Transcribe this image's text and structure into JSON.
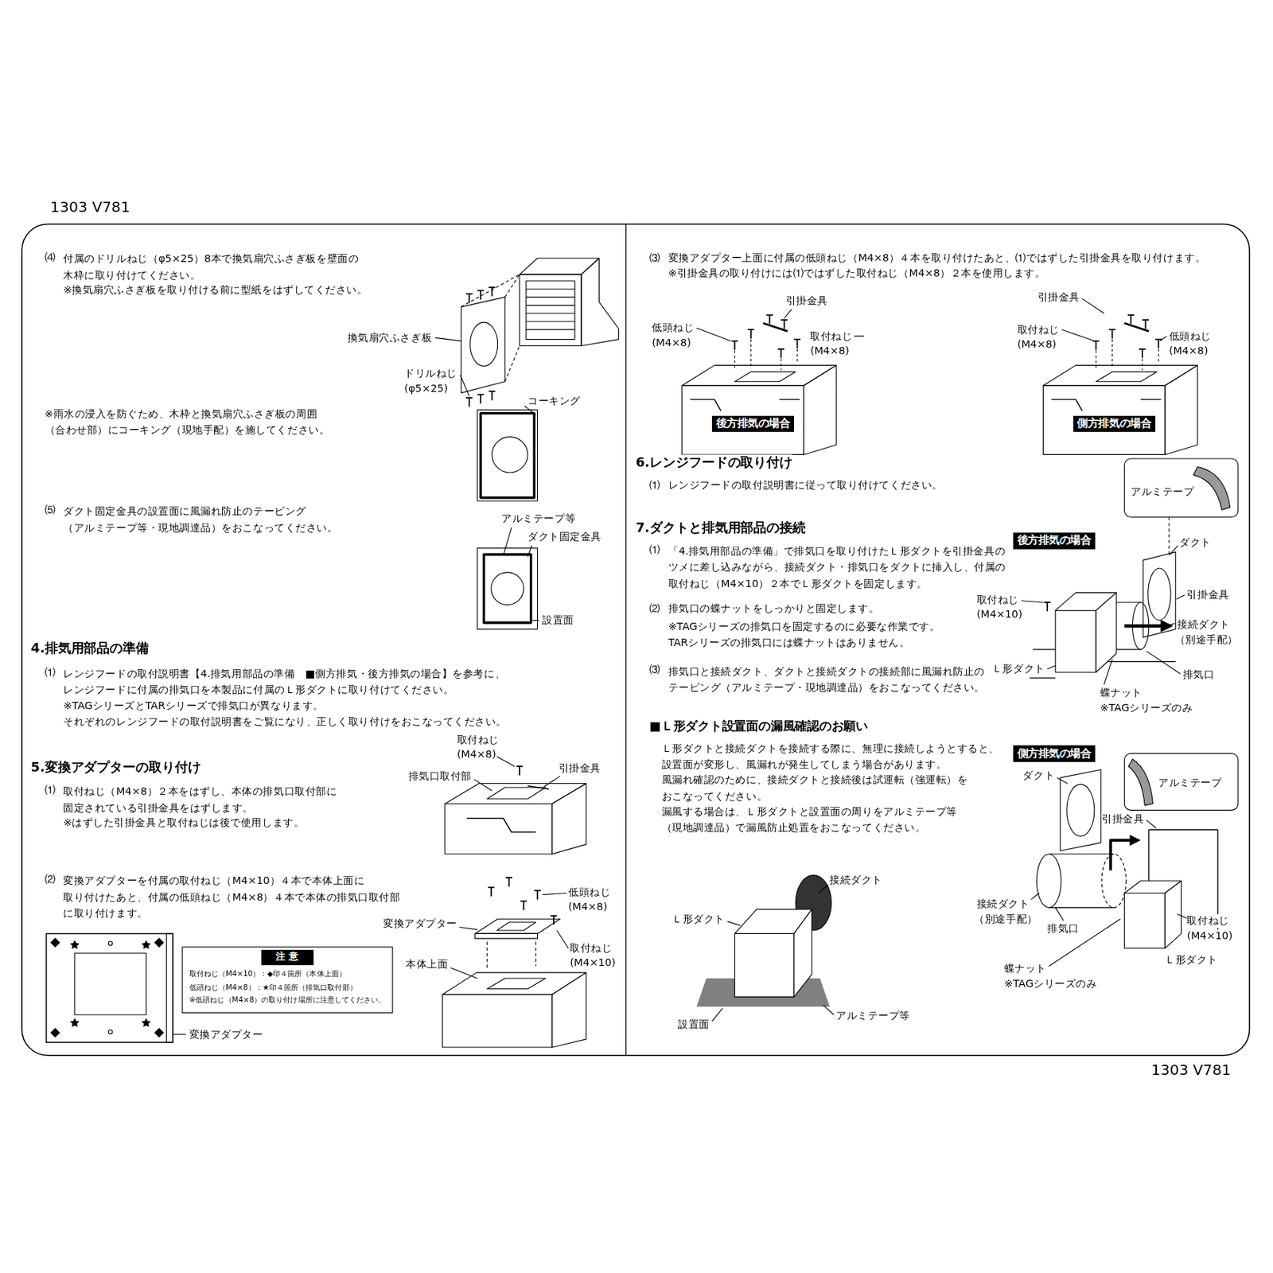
{
  "diagram": {
    "nodes": [
      {
        "text": [
          "注 意",
          "取付ねじ（M4×10）：◆印４箇所（本体上面）",
          "低頭ねじ（M4×8）：★印４箇所（排気口取付部）",
          "※低頭ねじ（M4×8）の取り付け場所に注意してください。"
        ]
      },
      {
        "text": [
          "後方排気の場合"
        ]
      },
      {
        "text": [
          "側方排気の場合"
        ]
      },
      {
        "text": [
          "後方排気の場合"
        ]
      },
      {
        "text": [
          "側方排気の場合"
        ]
      }
    ],
    "labels": [
      "1303 V781",
      "⑷",
      "付属のドリルねじ（φ5×25）8本で換気扇穴ふさぎ板を壁面の 木枠に取り付けてください。",
      "※換気扇穴ふさぎ板を取り付ける前に型紙をはずしてください。",
      "換気扇穴ふさぎ板",
      "ドリルねじ",
      "(φ5×25)",
      "※雨水の浸入を防ぐため、木枠と換気扇穴ふさぎ板の周囲 （合わせ部）にコーキング（現地手配）を施してください。",
      "コーキング",
      "⑸",
      "ダクト固定金具の設置面に風漏れ防止のテーピング （アルミテープ等・現地調達品）をおこなってください。",
      "アルミテープ等",
      "ダクト固定金具",
      "設置面",
      "4.排気用部品の準備",
      "⑴",
      "レンジフードの取付説明書【4.排気用部品の準備　■側方排気・後方排気の場合】を参考に、 レンジフードに付属の排気口を本製品に付属のＬ形ダクトに取り付けてください。",
      "※TAGシリーズとTARシリーズで排気口が異なります。 それぞれのレンジフードの取付説明書をご覧になり、正しく取り付けをおこなってください。",
      "5.変換アダプターの取り付け",
      "⑴",
      "取付ねじ（M4×8）２本をはずし、本体の排気口取付部に 固定されている引掛金具をはずします。",
      "※はずした引掛金具と取付ねじは後で使用します。",
      "取付ねじ",
      "(M4×8)",
      "排気口取付部",
      "引掛金具",
      "⑵",
      "変換アダプターを付属の取付ねじ（M4×10）４本で本体上面に 取り付けたあと、付属の低頭ねじ（M4×8）４本で本体の排気口取付部 に取り付けます。",
      "低頭ねじ",
      "(M4×8)",
      "変換アダプター",
      "取付ねじ",
      "(M4×10)",
      "本体上面",
      "変換アダプター",
      "⑶",
      "変換アダプター上面に付属の低頭ねじ（M4×8）４本を取り付けたあと、⑴ではずした引掛金具を取り付けます。",
      "※引掛金具の取り付けには⑴ではずした取付ねじ（M4×8）２本を使用します。",
      "引掛金具",
      "低頭ねじ",
      "(M4×8)",
      "取付ねじ",
      "(M4×8)",
      "引掛金具",
      "取付ねじ",
      "(M4×8)",
      "低頭ねじ",
      "(M4×8)",
      "6.レンジフードの取り付け",
      "⑴",
      "レンジフードの取付説明書に従って取り付けてください。",
      "7.ダクトと排気用部品の接続",
      "⑴",
      "「4.排気用部品の準備」で排気口を取り付けたＬ形ダクトを引掛金具の ツメに差し込みながら、接続ダクト・排気口をダクトに挿入し、付属の 取付ねじ（M4×10）２本でＬ形ダクトを固定します。",
      "⑵",
      "排気口の蝶ナットをしっかりと固定します。",
      "※TAGシリーズの排気口を固定するのに必要な作業です。 TARシリーズの排気口には蝶ナットはありません。",
      "⑶",
      "排気口と接続ダクト、ダクトと接続ダクトの接続部に風漏れ防止の テーピング（アルミテープ・現地調達品）をおこなってください。",
      "アルミテープ",
      "ダクト",
      "取付ねじ",
      "(M4×10)",
      "引掛金具",
      "接続ダクト",
      "（別途手配）",
      "Ｌ形ダクト",
      "排気口",
      "蝶ナット",
      "※TAGシリーズのみ",
      "■Ｌ形ダクト設置面の漏風確認のお願い",
      "Ｌ形ダクトと接続ダクトを接続する際に、無理に接続しようとすると、 設置面が変形し、風漏れが発生してしまう場合があります。",
      "風漏れ確認のために、接続ダクトと接続後は試運転（強運転）を おこなってください。",
      "漏風する場合は、Ｌ形ダクトと設置面の周りをアルミテープ等 （現地調達品）で漏風防止処置をおこなってください。",
      "接続ダクト",
      "Ｌ形ダクト",
      "設置面",
      "アルミテープ等",
      "ダクト",
      "アルミテープ",
      "引掛金具",
      "接続ダクト",
      "（別途手配）",
      "排気口",
      "取付ねじ",
      "(M4×10)",
      "Ｌ形ダクト",
      "蝶ナット",
      "※TAGシリーズのみ",
      "1303 V781"
    ]
  }
}
